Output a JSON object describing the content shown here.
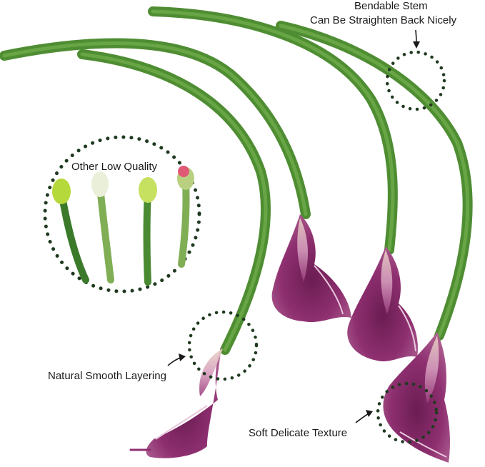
{
  "annotations": {
    "bendable_stem_line1": "Bendable Stem",
    "bendable_stem_line2": "Can Be Straighten Back Nicely",
    "other_low_quality": "Other Low Quality",
    "natural_smooth_layering": "Natural Smooth Layering",
    "soft_delicate_texture": "Soft Delicate Texture"
  },
  "colors": {
    "stem_green": "#5a9a3c",
    "stem_dark": "#3f7a2a",
    "flower_purple": "#8a2a6a",
    "flower_light": "#d9a8c4",
    "dotted_circle": "#1f3a1f"
  },
  "icons": [
    "arrow-icon",
    "dotted-circle-icon",
    "calla-lily-flower",
    "stem"
  ]
}
